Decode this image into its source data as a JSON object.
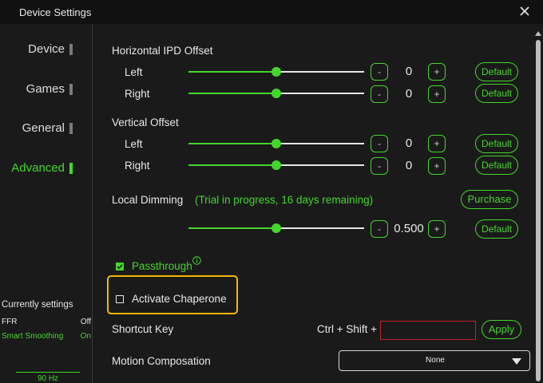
{
  "window": {
    "title": "Device Settings"
  },
  "sidebar": {
    "items": [
      {
        "label": "Device",
        "active": false
      },
      {
        "label": "Games",
        "active": false
      },
      {
        "label": "General",
        "active": false
      },
      {
        "label": "Advanced",
        "active": true
      }
    ],
    "current_settings": {
      "title": "Currently settings",
      "rows": [
        {
          "key": "FFR",
          "value": "Off",
          "highlighted": false
        },
        {
          "key": "Smart Smoothing",
          "value": "On",
          "highlighted": true
        }
      ],
      "refresh": "90 Hz"
    }
  },
  "horizontal_ipd": {
    "title": "Horizontal IPD Offset",
    "rows": [
      {
        "label": "Left",
        "value": "0",
        "slider_fraction": 0.5
      },
      {
        "label": "Right",
        "value": "0",
        "slider_fraction": 0.5
      }
    ]
  },
  "vertical_offset": {
    "title": "Vertical Offset",
    "rows": [
      {
        "label": "Left",
        "value": "0",
        "slider_fraction": 0.5
      },
      {
        "label": "Right",
        "value": "0",
        "slider_fraction": 0.5
      }
    ]
  },
  "local_dimming": {
    "title": "Local Dimming",
    "trial": "(Trial in progress, 16 days remaining)",
    "purchase_label": "Purchase",
    "value": "0.500",
    "slider_fraction": 0.5
  },
  "controls": {
    "minus": "-",
    "plus": "+",
    "default_label": "Default"
  },
  "passthrough": {
    "label": "Passthrough",
    "checked": true
  },
  "chaperone": {
    "label": "Activate Chaperone",
    "checked": false
  },
  "shortcut": {
    "label": "Shortcut Key",
    "combo": "Ctrl + Shift +",
    "value": "",
    "apply_label": "Apply"
  },
  "motion": {
    "label": "Motion Composation",
    "selected": "None"
  },
  "colors": {
    "accent": "#44d62c",
    "highlight": "#f5b800",
    "error": "#c0202a",
    "background": "#1a1a1a"
  }
}
